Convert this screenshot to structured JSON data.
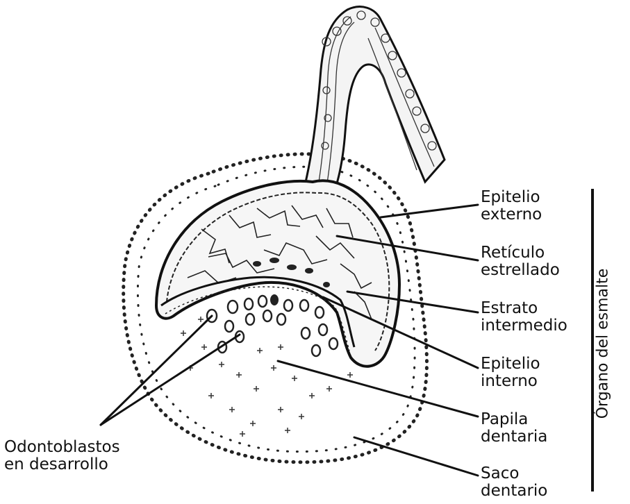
{
  "labels": {
    "epitelio_externo": {
      "line1": "Epitelio",
      "line2": "externo"
    },
    "reticulo_estrellado": {
      "line1": "Retículo",
      "line2": "estrellado"
    },
    "estrato_intermedio": {
      "line1": "Estrato",
      "line2": "intermedio"
    },
    "epitelio_interno": {
      "line1": "Epitelio",
      "line2": "interno"
    },
    "papila_dentaria": {
      "line1": "Papila",
      "line2": "dentaria"
    },
    "saco_dentario": {
      "line1": "Saco",
      "line2": "dentario"
    },
    "odontoblastos": {
      "line1": "Odontoblastos",
      "line2": "en desarrollo"
    }
  },
  "group_label": "Órgano del esmalte"
}
